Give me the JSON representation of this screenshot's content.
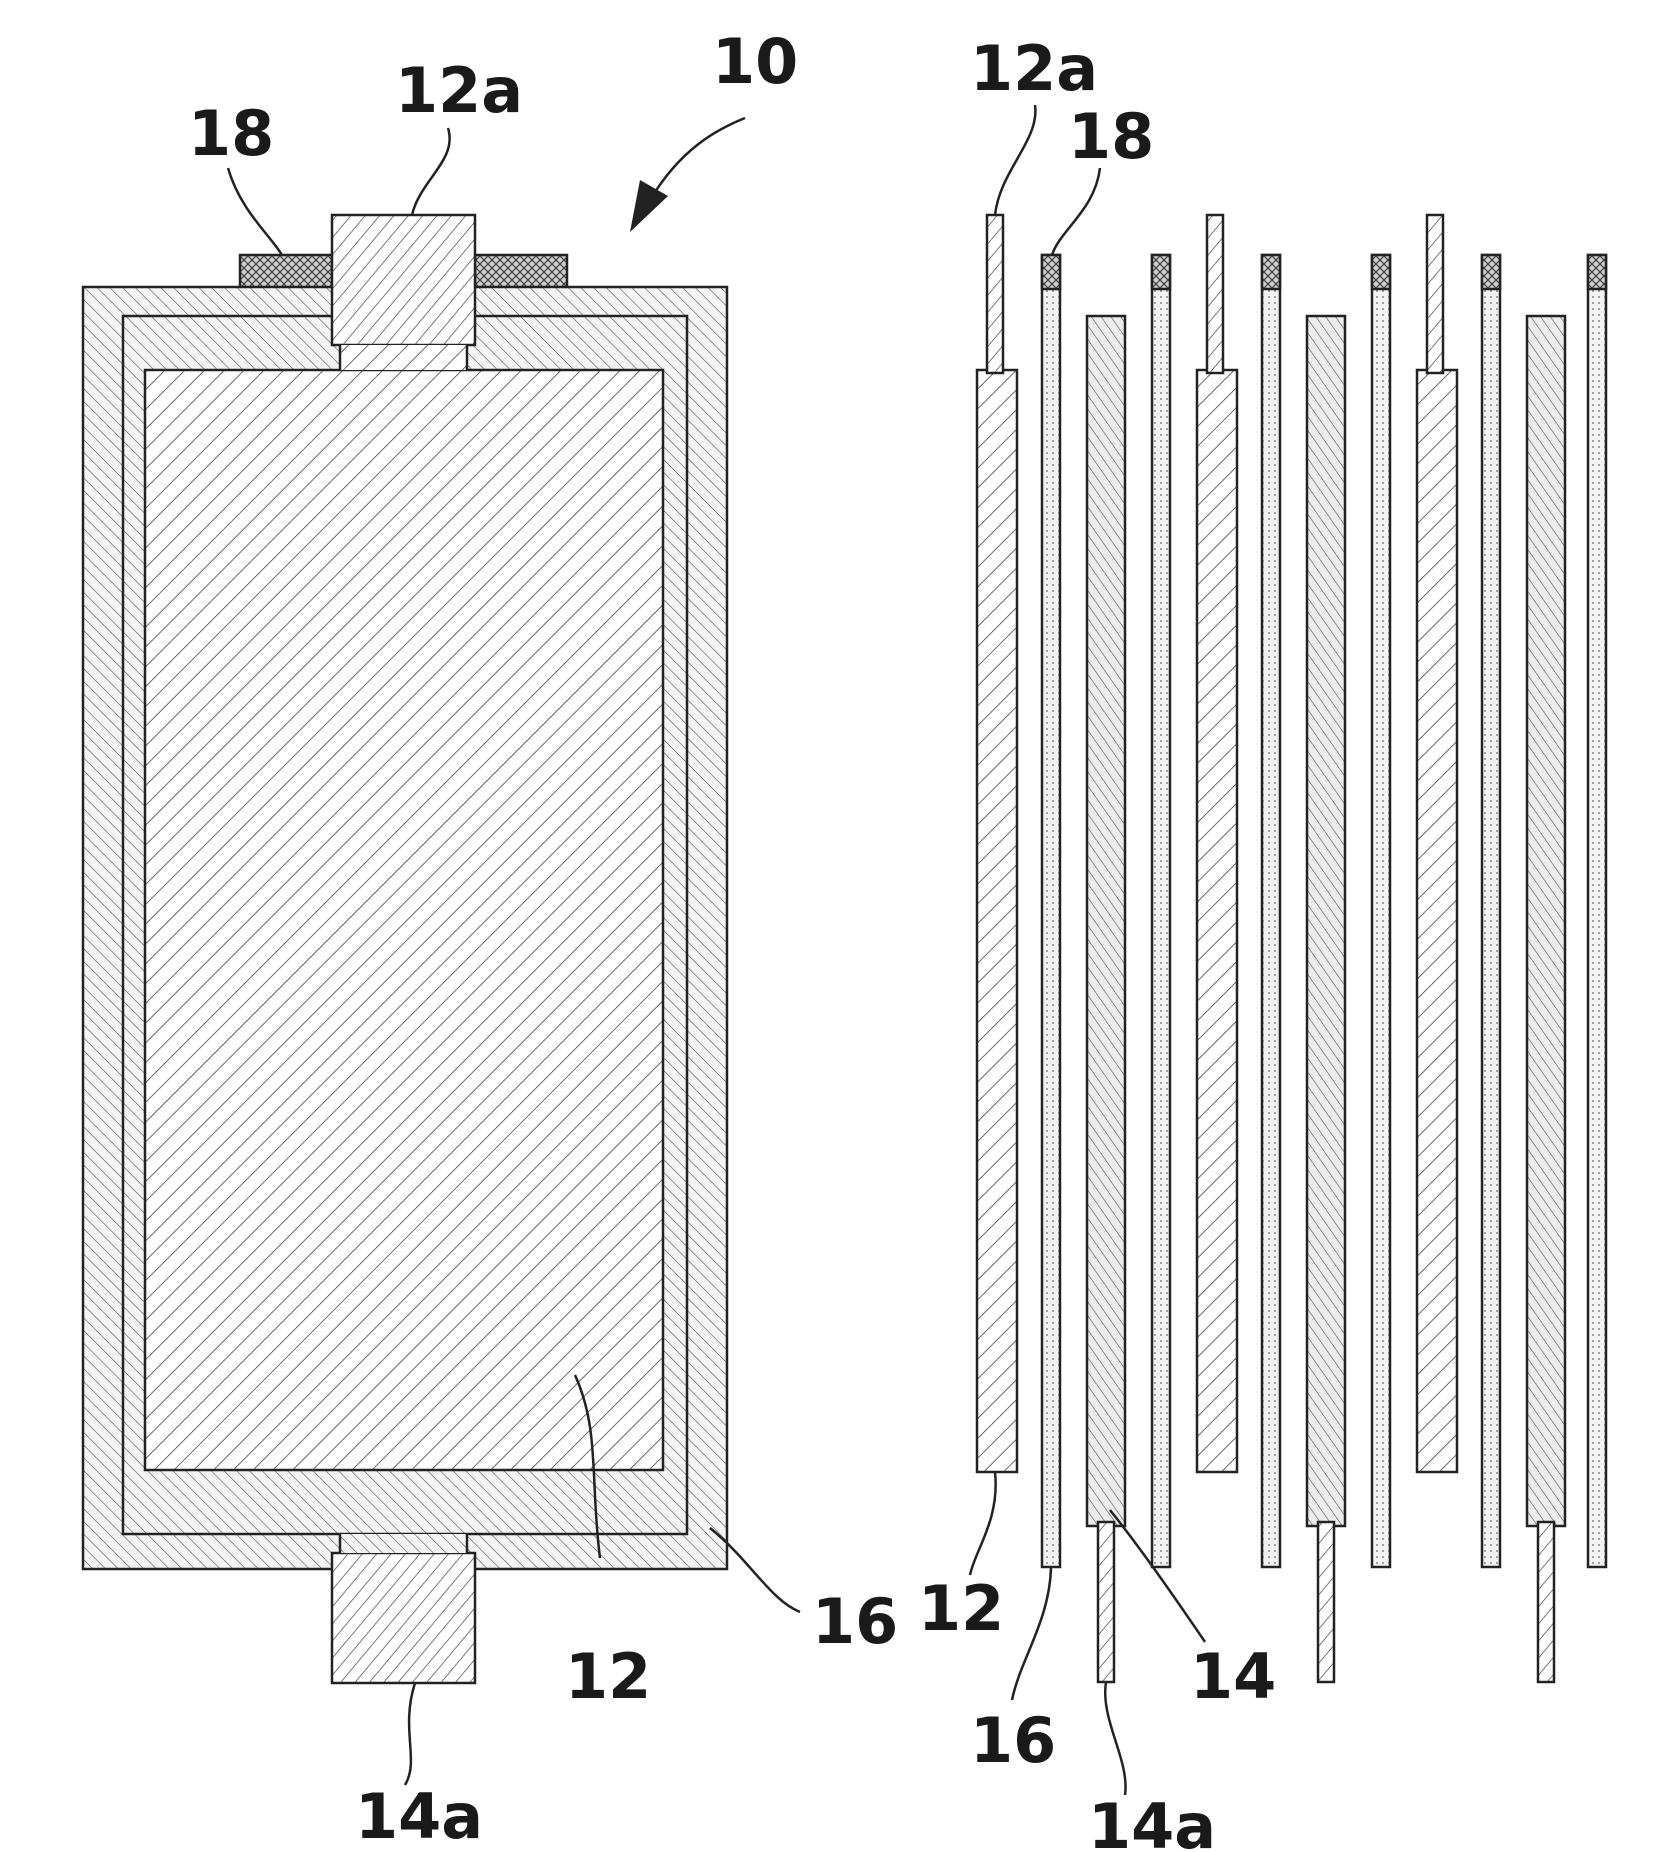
{
  "labels": {
    "assembly": "10",
    "tab_positive_main": "12a",
    "sealing_main": "18",
    "positive_main": "12",
    "separator_main": "16",
    "tab_negative_main": "14a",
    "tab_positive_stack": "12a",
    "sealing_stack": "18",
    "positive_stack": "12",
    "separator_stack": "16",
    "negative_stack": "14",
    "tab_negative_stack": "14a"
  },
  "colors": {
    "ink": "#222222",
    "hatch": "#444444",
    "paper": "#ffffff",
    "sealing": "#8a8a8a"
  }
}
